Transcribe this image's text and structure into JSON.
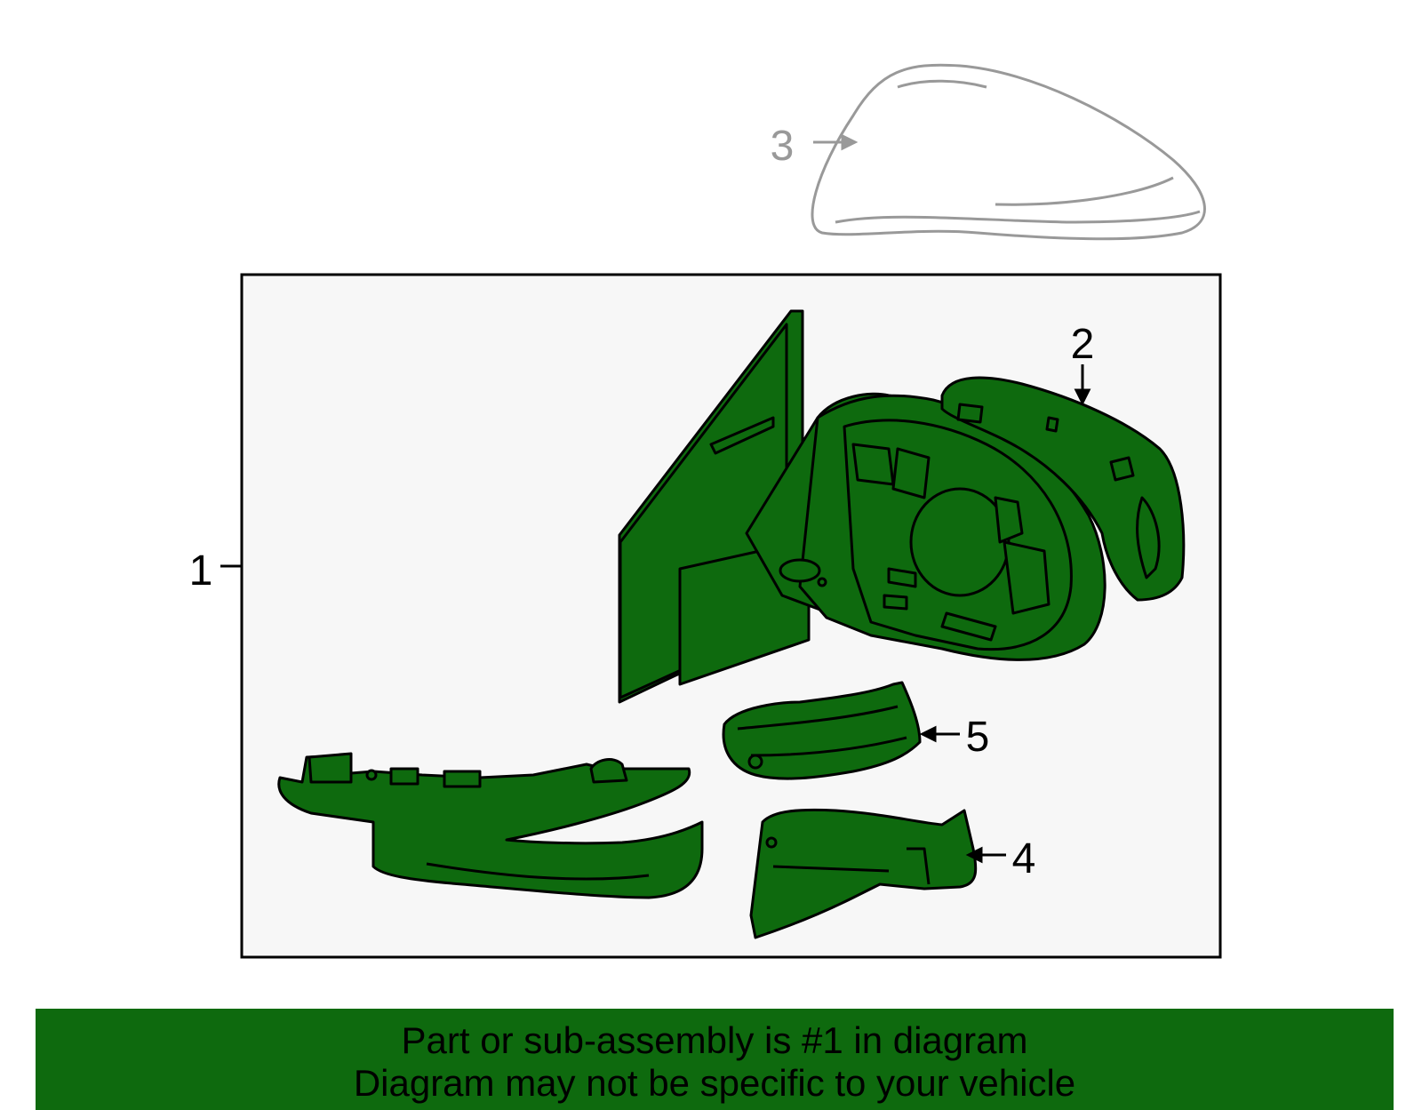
{
  "diagram": {
    "callouts": [
      {
        "id": "1",
        "label": "1"
      },
      {
        "id": "2",
        "label": "2"
      },
      {
        "id": "3",
        "label": "3"
      },
      {
        "id": "4",
        "label": "4"
      },
      {
        "id": "5",
        "label": "5"
      }
    ]
  },
  "banner": {
    "line1": "Part or sub-assembly is #1 in diagram",
    "line2": "Diagram may not be specific to your vehicle"
  },
  "colors": {
    "part_fill": "#0e6a0e",
    "frame_fill": "#f7f7f7",
    "ghost_part": "#999999",
    "banner": "#0e6a0e"
  }
}
